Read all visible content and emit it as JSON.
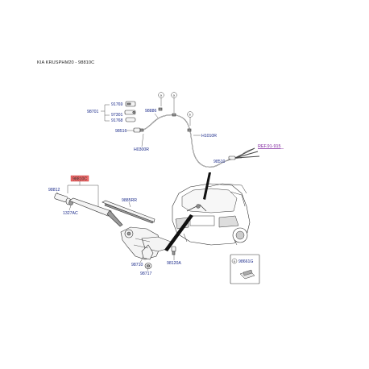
{
  "header": {
    "title": "KIA KRUSPHM20 - 98810C"
  },
  "labels": {
    "p98810C": "98810C",
    "p98812": "98812",
    "p1327AC": "1327AC",
    "p9885RR": "9885RR",
    "p98710": "98710",
    "p98717": "98717",
    "p98120A": "98120A",
    "p98701": "98701",
    "p91769": "91769",
    "p97301": "97301",
    "p91768": "91768",
    "p98516": "98516",
    "pH0300R": "H0300R",
    "p98886": "98886",
    "pH1010R": "H1010R",
    "p98510": "98510",
    "ref": "REF.91-915",
    "p98661G": "98661G"
  },
  "callouts": {
    "a": "a",
    "b": "b"
  },
  "colors": {
    "label_blue": "#1a2a8a",
    "ref_purple": "#7a1a9a",
    "highlight_red": "#e05a5a"
  }
}
